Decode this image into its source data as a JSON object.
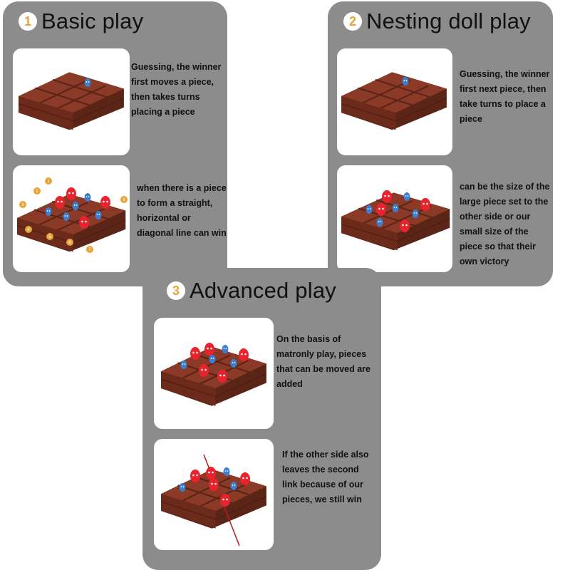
{
  "panels": [
    {
      "number": "1",
      "title": "Basic play",
      "items": [
        {
          "text": "Guessing, the winner first moves a piece, then takes turns placing a piece"
        },
        {
          "text": "when there is a piece to form a straight, horizontal or diagonal line can win"
        }
      ]
    },
    {
      "number": "2",
      "title": "Nesting doll play",
      "items": [
        {
          "text": "Guessing, the winner first next piece, then take turns to place a piece"
        },
        {
          "text": "can be the size of the large piece set to the other side or our small size of the piece so that their own victory"
        }
      ]
    },
    {
      "number": "3",
      "title": "Advanced play",
      "items": [
        {
          "text": "On the basis of matronly play, pieces that can be moved are added"
        },
        {
          "text": "If the other side also leaves the second link because of our pieces, we still win"
        }
      ]
    }
  ],
  "position_labels": [
    "1",
    "2",
    "3",
    "4",
    "5",
    "6",
    "7",
    "8"
  ],
  "colors": {
    "panel": "#8c8c8c",
    "board": "#7a3322",
    "accent": "#e8a33c",
    "red_piece": "#e8232e",
    "blue_piece": "#3a7fd0"
  }
}
